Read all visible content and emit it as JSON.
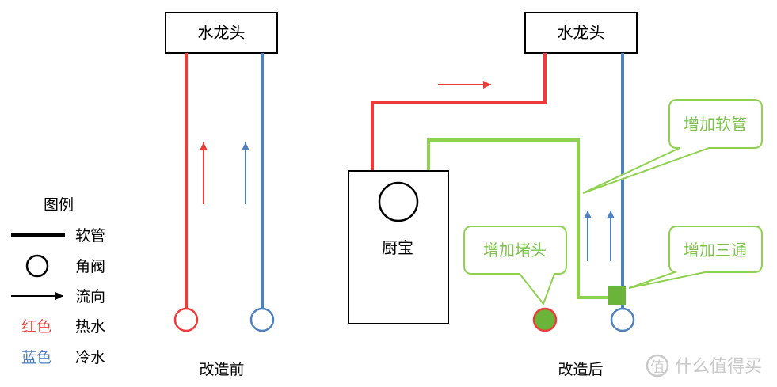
{
  "diagram": {
    "before": {
      "faucet_label": "水龙头",
      "caption": "改造前"
    },
    "after": {
      "faucet_label": "水龙头",
      "heater_label": "厨宝",
      "caption": "改造后",
      "callout_hose": "增加软管",
      "callout_plug": "增加堵头",
      "callout_tee": "增加三通"
    },
    "legend": {
      "title": "图例",
      "items": [
        {
          "symbol": "line",
          "label": "软管"
        },
        {
          "symbol": "circle",
          "label": "角阀"
        },
        {
          "symbol": "arrow",
          "label": "流向"
        },
        {
          "symbol": "text",
          "text": "红色",
          "label": "热水"
        },
        {
          "symbol": "text",
          "text": "蓝色",
          "label": "冷水"
        }
      ]
    },
    "watermark": "什么值得买"
  },
  "colors": {
    "hot": "#ef3a3a",
    "cold": "#4f81bd",
    "added": "#8fd14f",
    "callout": "#7dc34b",
    "plug_fill": "#6ab43a"
  }
}
